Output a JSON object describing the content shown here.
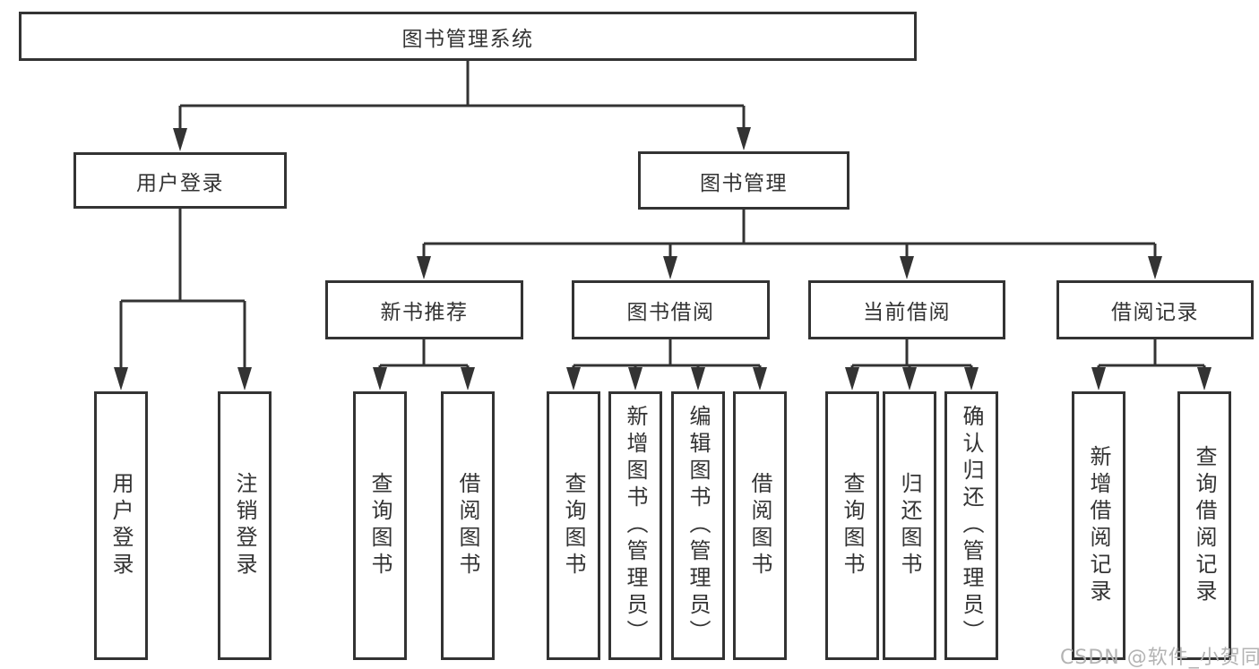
{
  "tree": {
    "label": "图书管理系统",
    "children": [
      {
        "label": "用户登录",
        "children": [
          {
            "label": "用户登录"
          },
          {
            "label": "注销登录"
          }
        ]
      },
      {
        "label": "图书管理",
        "children": [
          {
            "label": "新书推荐",
            "children": [
              {
                "label": "查询图书"
              },
              {
                "label": "借阅图书"
              }
            ]
          },
          {
            "label": "图书借阅",
            "children": [
              {
                "label": "查询图书"
              },
              {
                "label": "新增图书（管理员）"
              },
              {
                "label": "编辑图书（管理员）"
              },
              {
                "label": "借阅图书"
              }
            ]
          },
          {
            "label": "当前借阅",
            "children": [
              {
                "label": "查询图书"
              },
              {
                "label": "归还图书"
              },
              {
                "label": "确认归还（管理员）"
              }
            ]
          },
          {
            "label": "借阅记录",
            "children": [
              {
                "label": "新增借阅记录"
              },
              {
                "label": "查询借阅记录"
              }
            ]
          }
        ]
      }
    ]
  },
  "watermark": "CSDN @软件_小贺同学",
  "colors": {
    "line": "#333333",
    "text": "#333333",
    "watermark": "#b3b3b3",
    "background": "#ffffff"
  }
}
